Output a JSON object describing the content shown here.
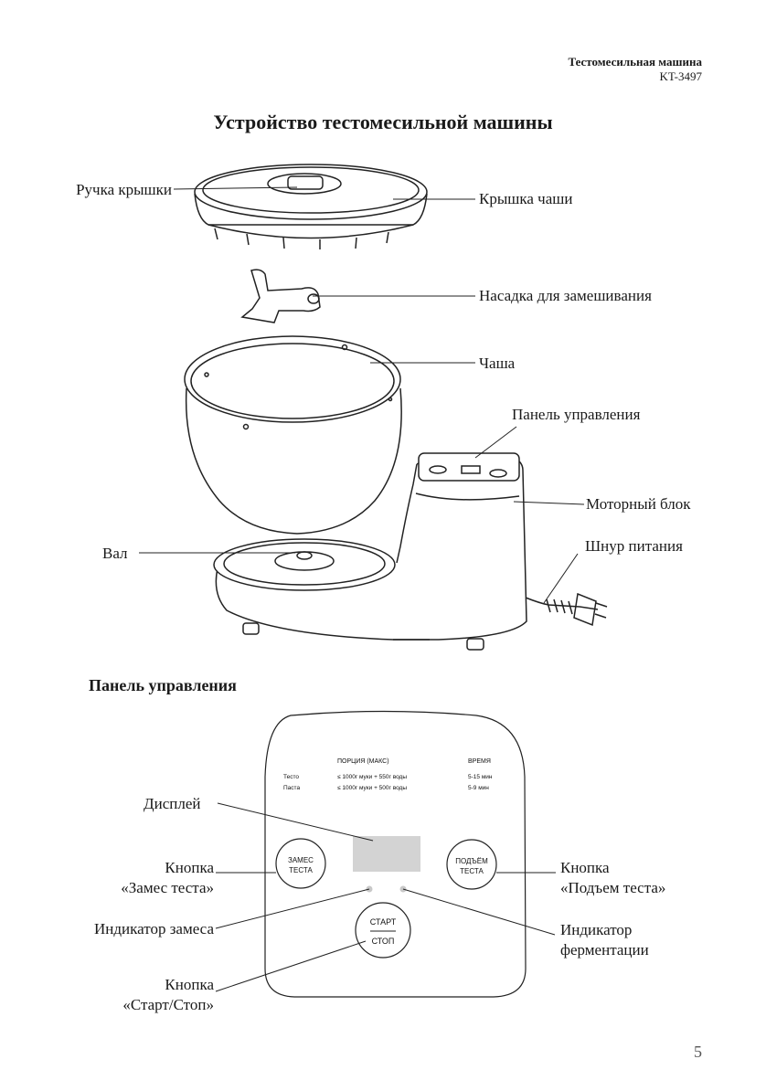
{
  "header": {
    "product_name": "Тестомесильная машина",
    "model": "KT-3497"
  },
  "title": "Устройство тестомесильной машины",
  "device_labels": {
    "lid_handle": "Ручка крышки",
    "bowl_lid": "Крышка чаши",
    "kneading_attachment": "Насадка для замешивания",
    "bowl": "Чаша",
    "control_panel": "Панель управления",
    "motor_unit": "Моторный блок",
    "shaft": "Вал",
    "power_cord": "Шнур питания"
  },
  "panel_section_title": "Панель управления",
  "panel": {
    "header_portion": "ПОРЦИЯ (МАКС)",
    "header_time": "ВРЕМЯ",
    "rows": [
      {
        "program": "Тесто",
        "portion": "≤ 1000г муки + 550г воды",
        "time": "5-15 мин"
      },
      {
        "program": "Паста",
        "portion": "≤ 1000г муки + 500г воды",
        "time": "5-9 мин"
      }
    ],
    "btn_knead_line1": "ЗАМЕС",
    "btn_knead_line2": "ТЕСТА",
    "btn_rise_line1": "ПОДЪЁМ",
    "btn_rise_line2": "ТЕСТА",
    "btn_start": "СТАРТ",
    "btn_stop": "СТОП"
  },
  "panel_labels": {
    "display": "Дисплей",
    "knead_button_1": "Кнопка",
    "knead_button_2": "«Замес теста»",
    "rise_button_1": "Кнопка",
    "rise_button_2": "«Подъем теста»",
    "knead_indicator": "Индикатор замеса",
    "ferment_indicator_1": "Индикатор",
    "ferment_indicator_2": "ферментации",
    "start_button_1": "Кнопка",
    "start_button_2": "«Старт/Стоп»"
  },
  "page_number": "5"
}
